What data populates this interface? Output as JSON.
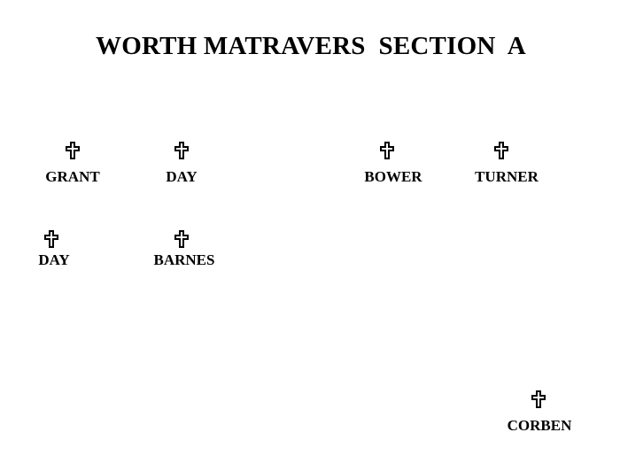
{
  "title": "WORTH MATRAVERS  SECTION  A",
  "icon": "cross-icon",
  "graves": [
    {
      "id": "grant",
      "name": "GRANT"
    },
    {
      "id": "day-1",
      "name": "DAY"
    },
    {
      "id": "bower",
      "name": "BOWER"
    },
    {
      "id": "turner",
      "name": "TURNER"
    },
    {
      "id": "day-2",
      "name": "DAY"
    },
    {
      "id": "barnes",
      "name": "BARNES"
    },
    {
      "id": "corben",
      "name": "CORBEN"
    }
  ]
}
